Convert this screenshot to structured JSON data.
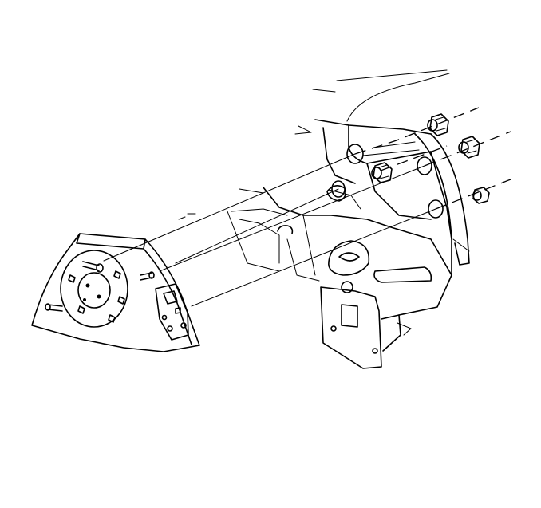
{
  "diagram": {
    "type": "exploded-assembly-line-drawing",
    "parts": [
      {
        "name": "tail-lamp-assembly"
      },
      {
        "name": "rear-body-panel"
      },
      {
        "name": "retaining-nut",
        "count": 4
      }
    ],
    "colors": {
      "line": "#000000",
      "background": "#ffffff"
    }
  }
}
